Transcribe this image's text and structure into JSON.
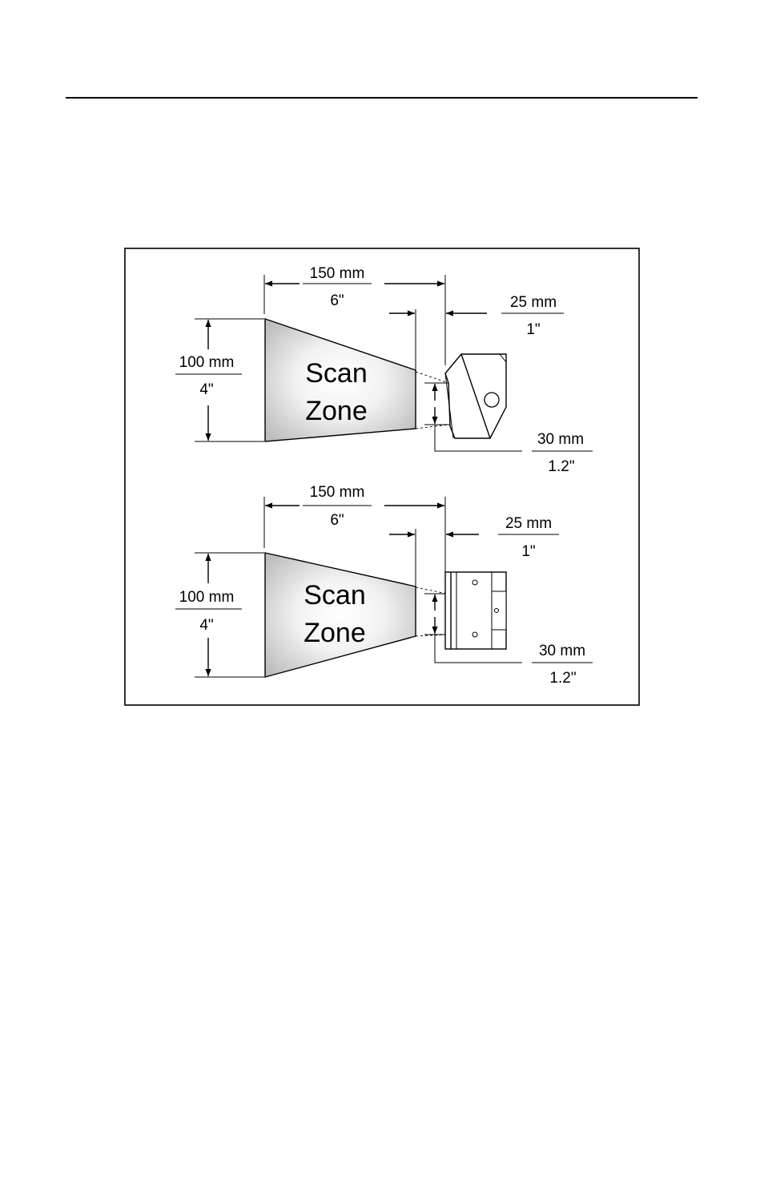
{
  "figure": {
    "top_view": {
      "zone_line1": "Scan",
      "zone_line2": "Zone",
      "depth_mm": "150 mm",
      "depth_in": "6\"",
      "height_mm": "100 mm",
      "height_in": "4\"",
      "standoff_mm": "25 mm",
      "standoff_in": "1\"",
      "window_mm": "30 mm",
      "window_in": "1.2\""
    },
    "side_view": {
      "zone_line1": "Scan",
      "zone_line2": "Zone",
      "depth_mm": "150 mm",
      "depth_in": "6\"",
      "height_mm": "100 mm",
      "height_in": "4\"",
      "standoff_mm": "25 mm",
      "standoff_in": "1\"",
      "window_mm": "30 mm",
      "window_in": "1.2\""
    }
  }
}
